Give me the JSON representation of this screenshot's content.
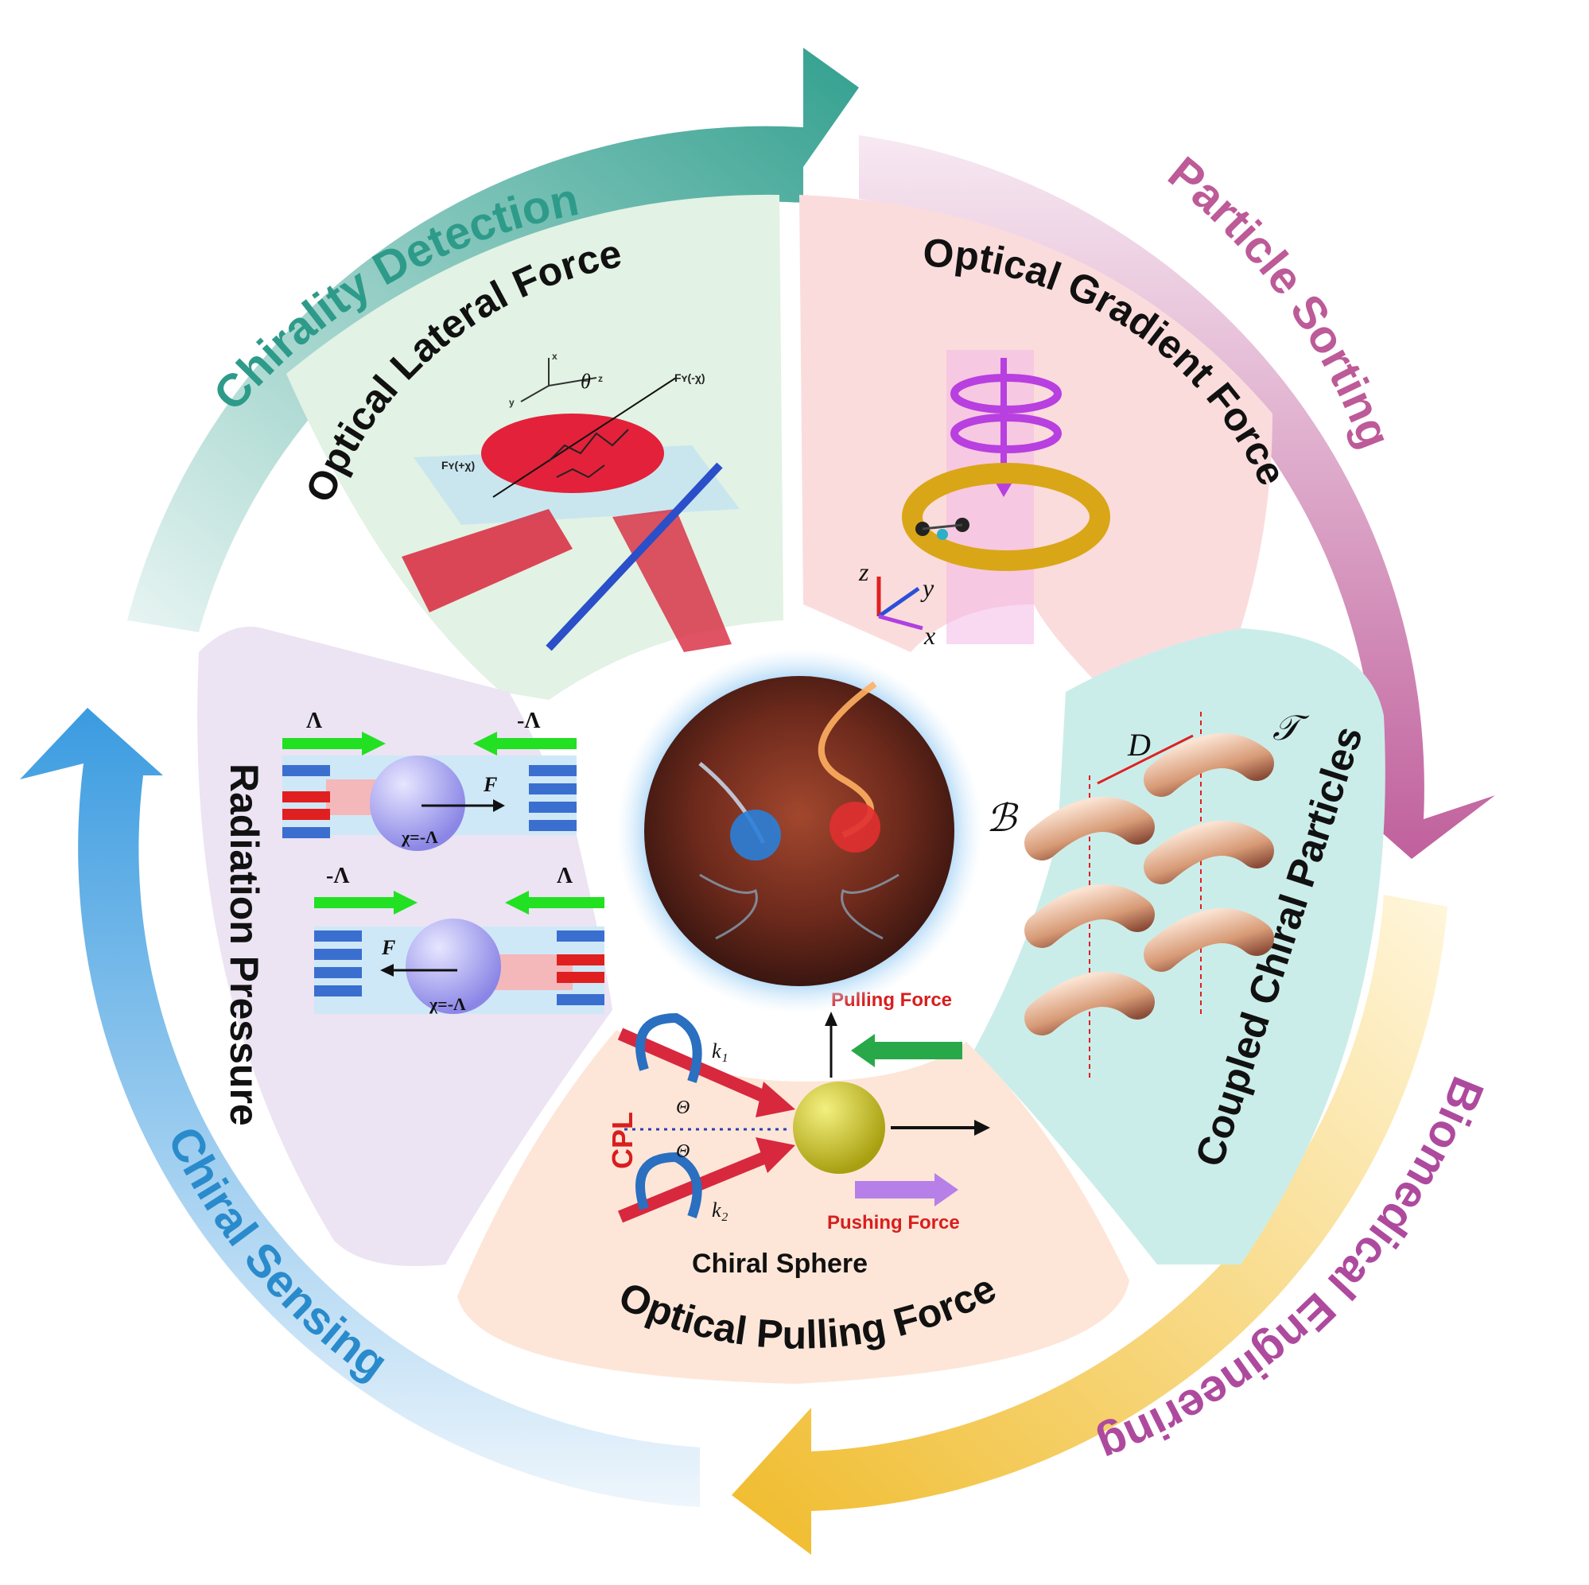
{
  "ring_labels": {
    "chirality_detection": "Chirality Detection",
    "particle_sorting": "Particle Sorting",
    "biomedical_engineering": "Biomedical Engineering",
    "chiral_sensing": "Chiral Sensing"
  },
  "ring_colors": {
    "chirality_detection": "#3aa596",
    "particle_sorting": "#c0609c",
    "biomedical_engineering": "#b04aa0",
    "chiral_sensing": "#2e8fd0",
    "arrow_yellow": "#f2c23a"
  },
  "segments": {
    "lateral": {
      "title": "Optical Lateral Force",
      "label_fy_pos": "Fʏ(+χ)",
      "label_fy_neg": "Fʏ(-χ)",
      "theta": "θ",
      "axis_x": "x",
      "axis_y": "y",
      "axis_z": "z",
      "color": "#e3f3e6"
    },
    "gradient": {
      "title": "Optical Gradient Force",
      "axis_x": "x",
      "axis_y": "y",
      "axis_z": "z",
      "color": "#fbe0e0"
    },
    "coupled": {
      "title": "Coupled Chiral Particles",
      "label_d": "D",
      "label_t": "𝒯",
      "label_b": "ℬ",
      "color": "#cdeeea"
    },
    "pulling": {
      "title": "Optical Pulling Force",
      "pulling_label": "Pulling Force",
      "pushing_label": "Pushing Force",
      "sphere_label": "Chiral Sphere",
      "cpl": "CPL",
      "k1": "k₁",
      "k2": "k₂",
      "theta": "Θ",
      "color": "#fde9dc"
    },
    "radiation": {
      "title": "Radiation Pressure",
      "lambda": "Λ",
      "neg_lambda": "-Λ",
      "force": "F",
      "chi": "χ=-Λ",
      "color": "#ebe3f2"
    }
  }
}
